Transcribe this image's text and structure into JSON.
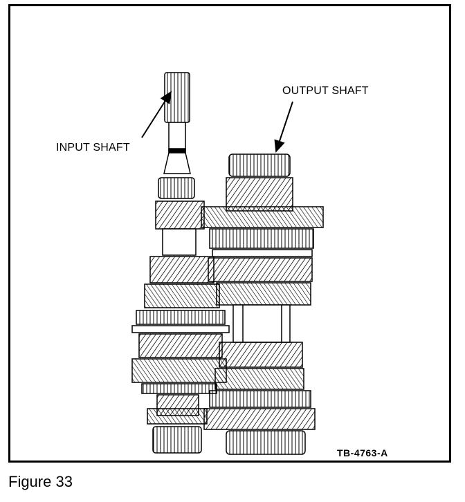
{
  "figure": {
    "labels": {
      "input_shaft": "INPUT SHAFT",
      "output_shaft": "OUTPUT SHAFT",
      "code": "TB-4763-A"
    },
    "caption": "Figure 33"
  },
  "style": {
    "line_color": "#000000",
    "background": "#ffffff"
  }
}
